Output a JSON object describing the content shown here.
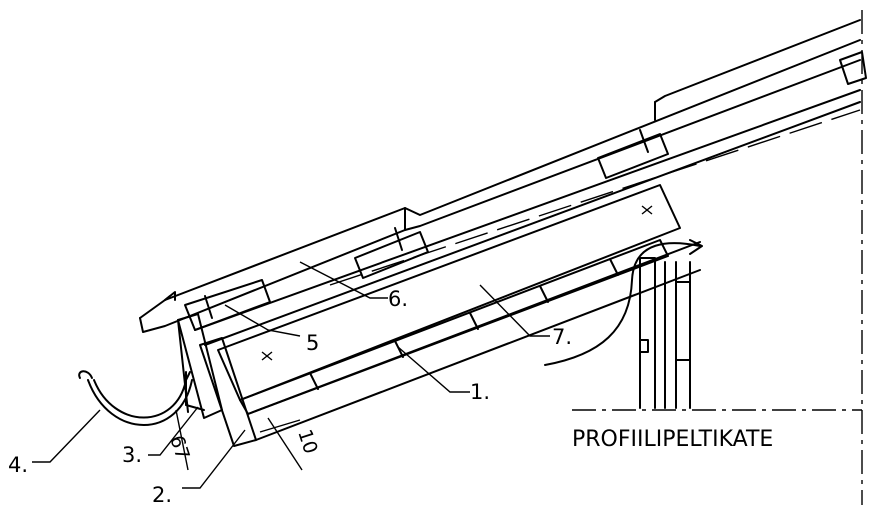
{
  "labels": {
    "l1": "1.",
    "l2": "2.",
    "l3": "3.",
    "l4": "4.",
    "l5": "5",
    "l6": "6.",
    "l7": "7."
  },
  "dimensions": {
    "d67": "67",
    "d10": "10"
  },
  "detail_title": "PROFIILIPELTIKATE"
}
